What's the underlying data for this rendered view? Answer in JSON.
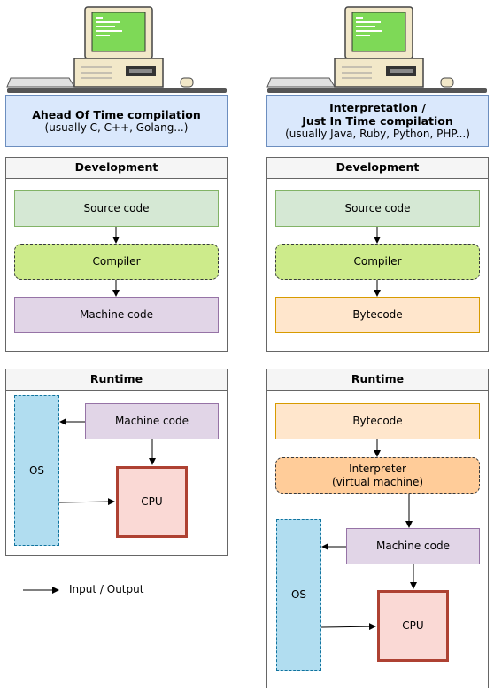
{
  "left": {
    "title": "Ahead Of Time compilation",
    "subtitle": "(usually C, C++, Golang...)",
    "development": {
      "header": "Development",
      "source": "Source code",
      "compiler": "Compiler",
      "output": "Machine code"
    },
    "runtime": {
      "header": "Runtime",
      "machine_code": "Machine code",
      "os": "OS",
      "cpu": "CPU"
    }
  },
  "right": {
    "title_line1": "Interpretation /",
    "title_line2": "Just In Time compilation",
    "subtitle": "(usually Java, Ruby, Python, PHP...)",
    "development": {
      "header": "Development",
      "source": "Source code",
      "compiler": "Compiler",
      "output": "Bytecode"
    },
    "runtime": {
      "header": "Runtime",
      "bytecode": "Bytecode",
      "interpreter_line1": "Interpreter",
      "interpreter_line2": "(virtual machine)",
      "machine_code": "Machine code",
      "os": "OS",
      "cpu": "CPU"
    }
  },
  "legend": {
    "label": "Input / Output"
  },
  "colors": {
    "title_fill": "#dae8fc",
    "source_fill": "#d5e8d4",
    "compiler_fill": "#cdeb8b",
    "machine_code_fill": "#e1d5e7",
    "bytecode_fill": "#ffe6cc",
    "interpreter_fill": "#ffcc99",
    "os_fill": "#b1ddf0",
    "cpu_fill": "#fad9d5",
    "cpu_stroke": "#ae4132"
  },
  "icons": [
    "computer-icon"
  ]
}
